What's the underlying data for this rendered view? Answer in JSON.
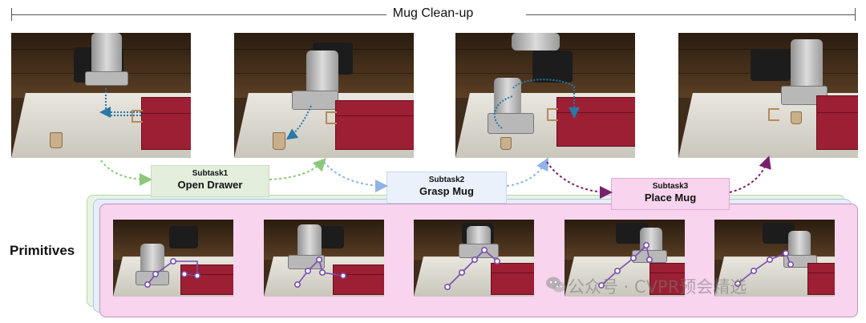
{
  "title": "Mug Clean-up",
  "subtasks": [
    {
      "name": "Subtask1",
      "label": "Open Drawer"
    },
    {
      "name": "Subtask2",
      "label": "Grasp Mug"
    },
    {
      "name": "Subtask3",
      "label": "Place Mug"
    }
  ],
  "primitives_label": "Primitives",
  "watermark": "公众号 · CVPR预会精选",
  "colors": {
    "subtask1": "#e3efdc",
    "subtask2": "#eaf1fa",
    "subtask3": "#f8d4ee",
    "arrow1": "#8cc77a",
    "arrow2": "#8fb3e6",
    "arrow3": "#7a1f6e",
    "primitive_path": "#7a4fb0",
    "scene_path": "#2878a8"
  },
  "icons": [
    "wechat-icon"
  ]
}
